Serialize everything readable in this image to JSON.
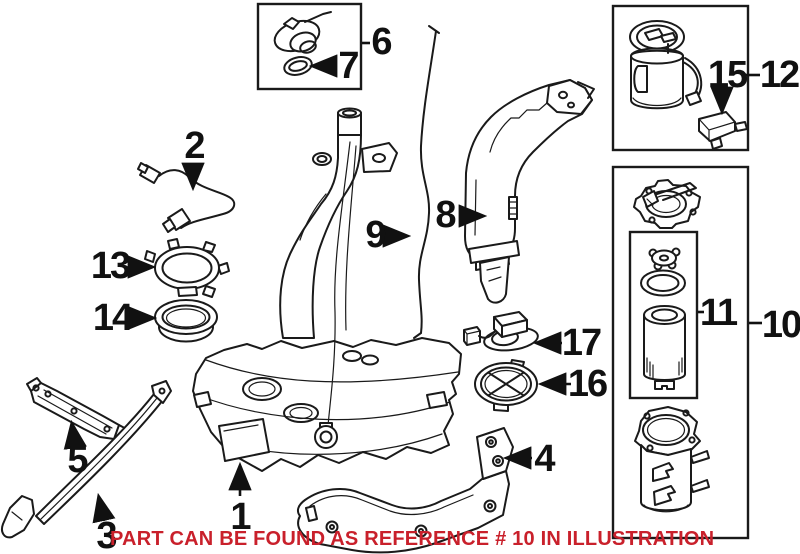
{
  "caption": {
    "text": "PART CAN BE FOUND AS REFERENCE # 10 IN ILLUSTRATION",
    "color": "#c9202b"
  },
  "callouts": [
    "1",
    "2",
    "3",
    "4",
    "5",
    "6",
    "7",
    "8",
    "9",
    "10",
    "11",
    "12",
    "13",
    "14",
    "15",
    "16",
    "17"
  ],
  "colors": {
    "background": "#ffffff",
    "line_art": "#1a1a1a",
    "label_text": "#111111"
  }
}
